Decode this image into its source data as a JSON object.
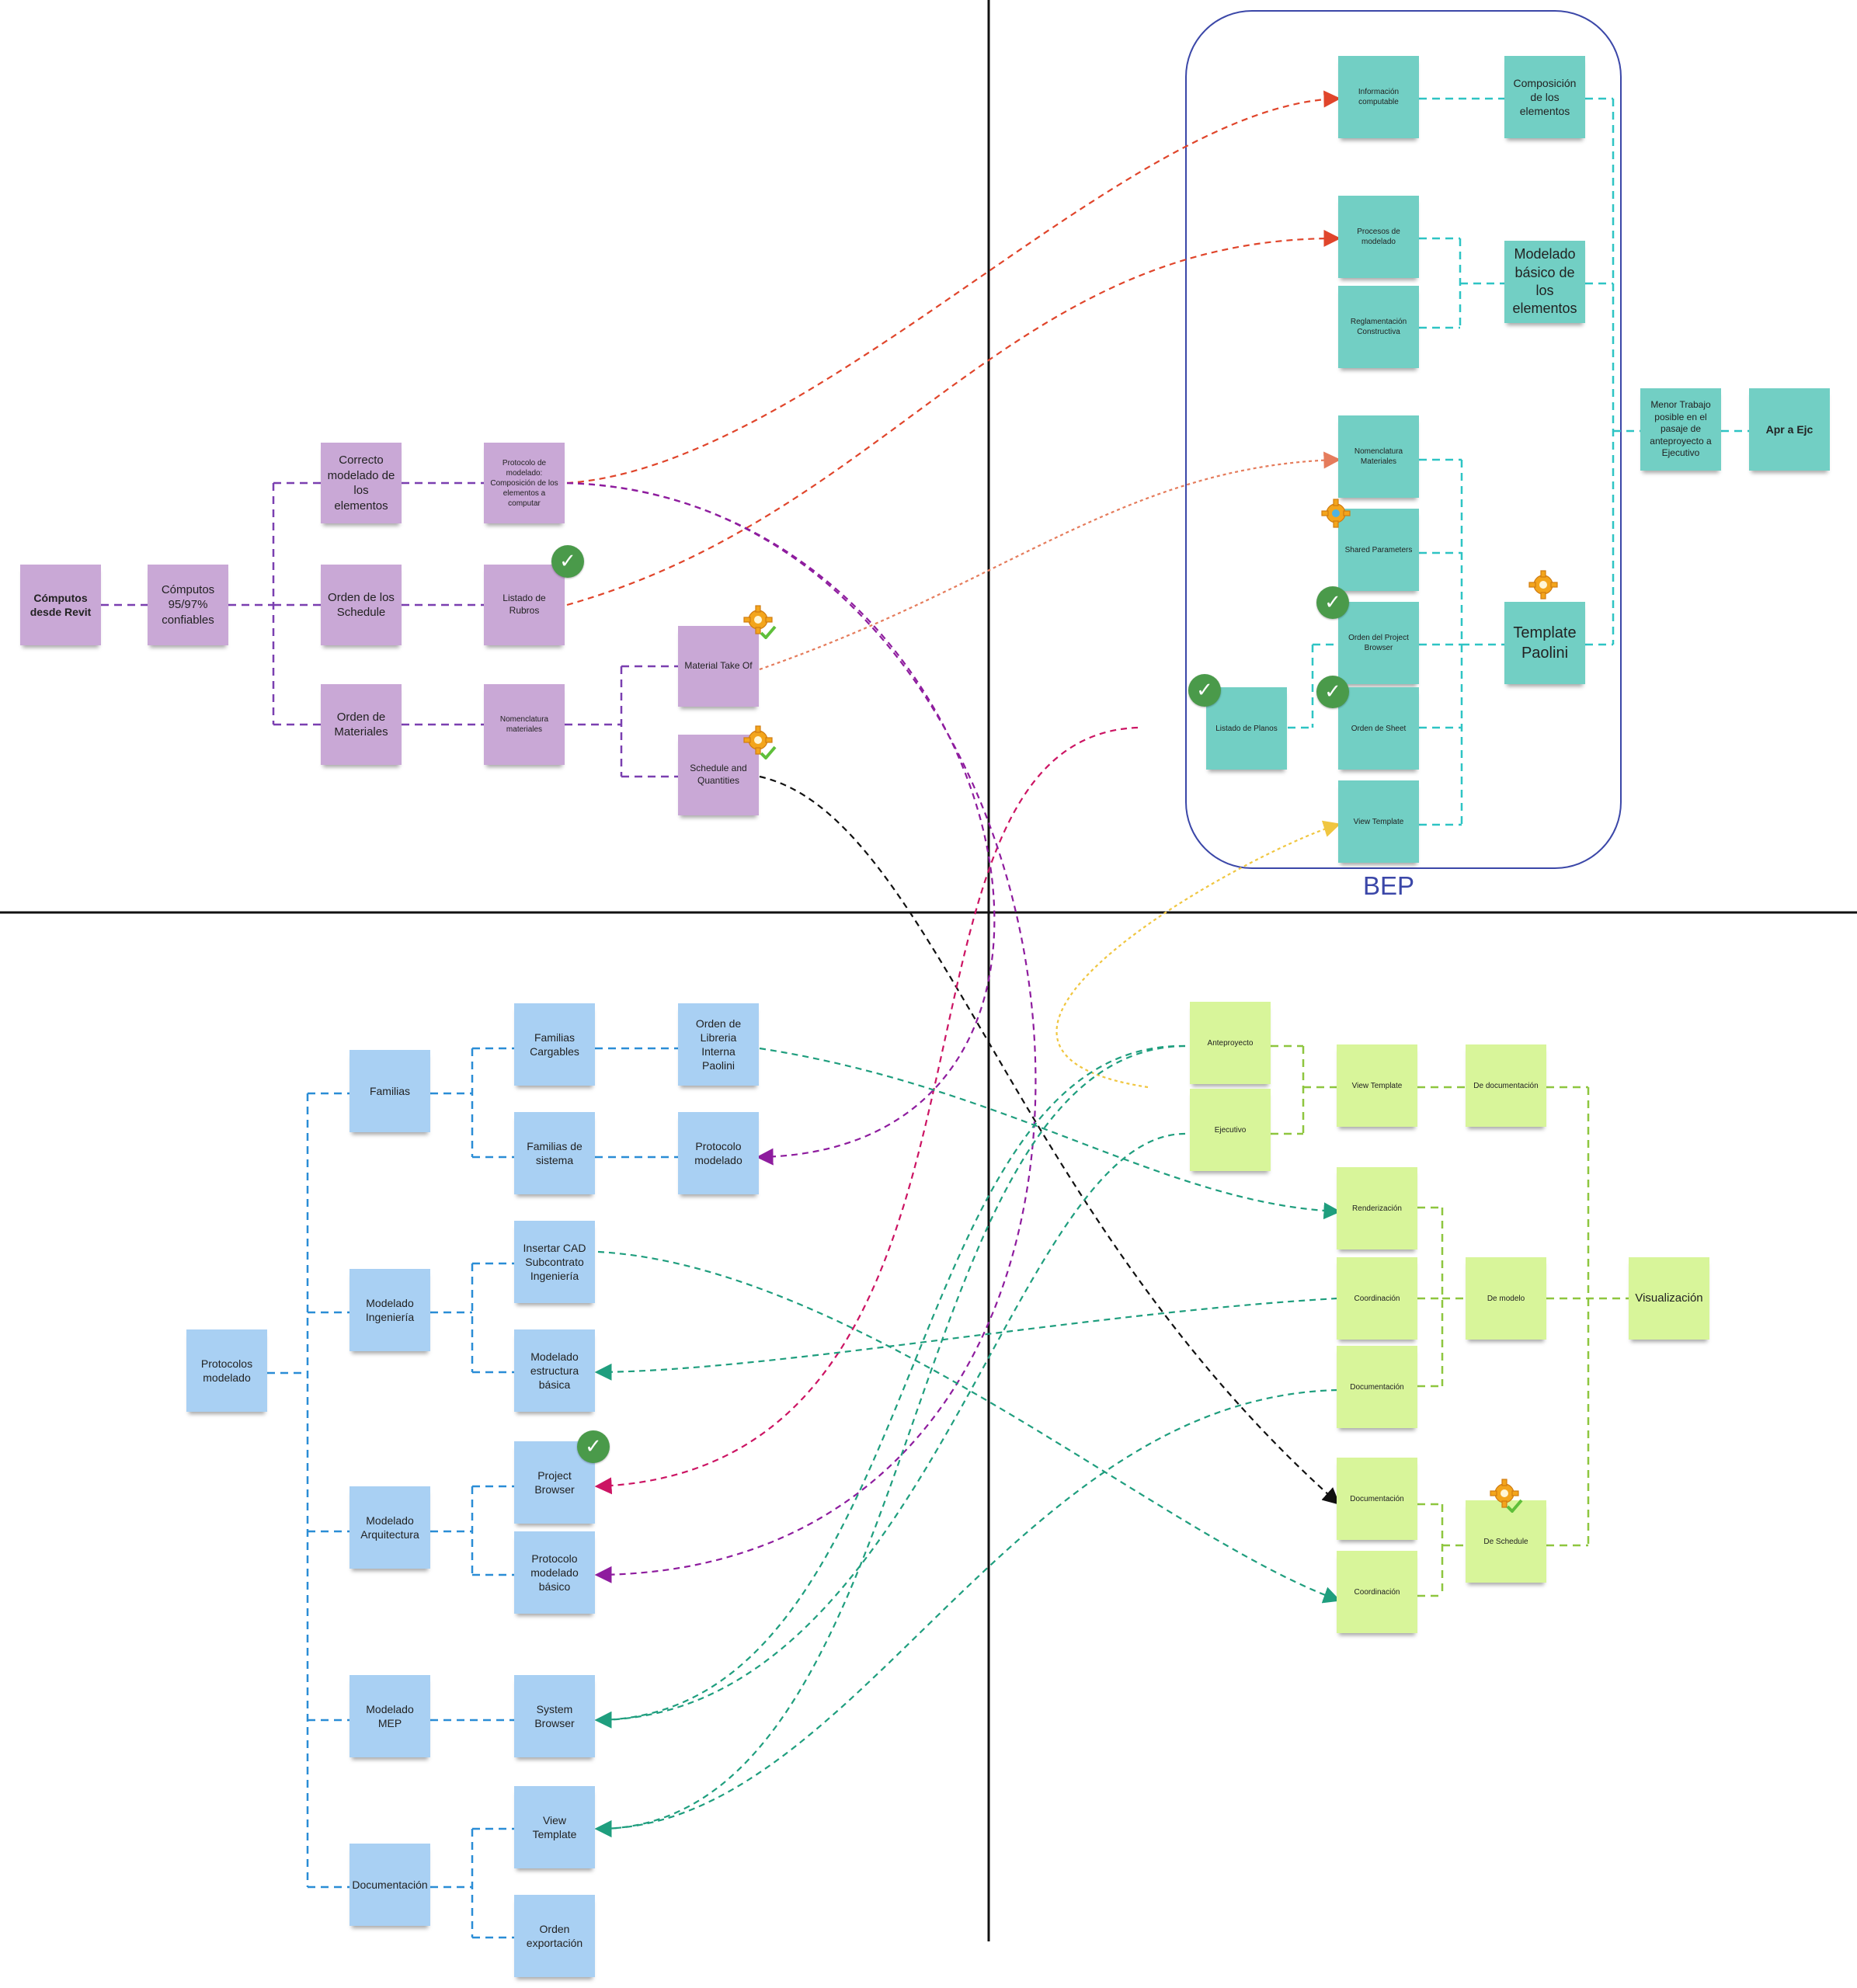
{
  "bep_label": "BEP",
  "purple": {
    "computos_revit": "Cómputos desde Revit",
    "computos_confiables": "Cómputos 95/97% confiables",
    "correcto_modelado": "Correcto modelado de los elementos",
    "orden_schedule": "Orden de los Schedule",
    "orden_materiales": "Orden de Materiales",
    "protocolo_modelado": "Protocolo de modelado: Composición de los elementos a computar",
    "listado_rubros": "Listado de Rubros",
    "nomenclatura_materiales": "Nomenclatura materiales",
    "material_take_of": "Material Take Of",
    "schedule_quantities": "Schedule and Quantities"
  },
  "teal": {
    "info_computable": "Información computable",
    "composicion": "Composición de los elementos",
    "procesos_modelado": "Procesos de modelado",
    "reglamentacion": "Reglamentación Constructiva",
    "modelado_basico": "Modelado básico de los elementos",
    "nomenclatura_materiales": "Nomenclatura Materiales",
    "shared_parameters": "Shared Parameters",
    "orden_project_browser": "Orden del Project Browser",
    "template_paolini": "Template Paolini",
    "listado_planos": "Listado de Planos",
    "orden_sheet": "Orden de Sheet",
    "view_template": "View Template",
    "menor_trabajo": "Menor Trabajo posible en el pasaje de anteproyecto a Ejecutivo",
    "apr_ejc": "Apr a Ejc"
  },
  "blue": {
    "protocolos_modelado": "Protocolos modelado",
    "familias": "Familias",
    "familias_cargables": "Familias Cargables",
    "familias_sistema": "Familias de sistema",
    "orden_libreria": "Orden de Libreria Interna Paolini",
    "protocolo_modelado": "Protocolo modelado",
    "modelado_ingenieria": "Modelado Ingeniería",
    "insertar_cad": "Insertar CAD Subcontrato Ingeniería",
    "modelado_estructura": "Modelado estructura básica",
    "modelado_arquitectura": "Modelado Arquitectura",
    "project_browser": "Project Browser",
    "protocolo_modelado_basico": "Protocolo modelado básico",
    "modelado_mep": "Modelado MEP",
    "system_browser": "System Browser",
    "documentacion": "Documentación",
    "view_template": "View Template",
    "orden_exportacion": "Orden exportación"
  },
  "green": {
    "anteproyecto": "Anteproyecto",
    "ejecutivo": "Ejecutivo",
    "view_template": "View Template",
    "de_documentacion": "De documentación",
    "renderizacion": "Renderización",
    "coordinacion_1": "Coordinación",
    "documentacion_1": "Documentación",
    "de_modelo": "De modelo",
    "visualizacion": "Visualización",
    "documentacion_2": "Documentación",
    "coordinacion_2": "Coordinación",
    "de_schedule": "De Schedule"
  },
  "colors": {
    "purple_note": "#c9a8d6",
    "teal_note": "#72cfc4",
    "blue_note": "#a9d0f3",
    "green_note": "#d8f59a",
    "bep_border": "#3b47a8",
    "check_badge": "#4a9a4a"
  },
  "badges": {
    "check_icon": "check-circle-icon",
    "gear_icon": "gear-icon"
  }
}
